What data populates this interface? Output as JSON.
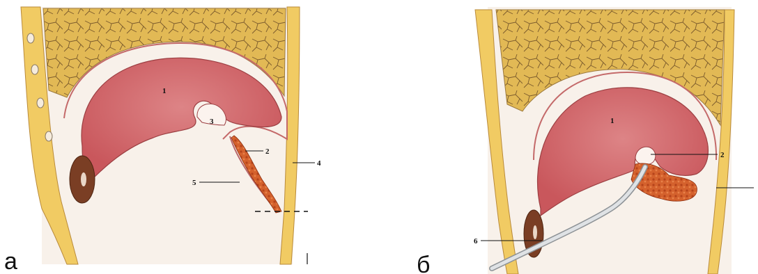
{
  "panel_a": {
    "letter": "а",
    "labels": {
      "l1": "1",
      "l2": "2",
      "l3": "3",
      "l4": "4",
      "l5": "5"
    }
  },
  "panel_b": {
    "letter": "б",
    "labels": {
      "l1": "1",
      "l2": "2",
      "l6": "6"
    }
  },
  "colors": {
    "fat": "#e0b64e",
    "muscle": "#d9777a",
    "wall": "#f0c85e",
    "drain": "#c9ccd0",
    "cavity": "#f7efe8"
  }
}
